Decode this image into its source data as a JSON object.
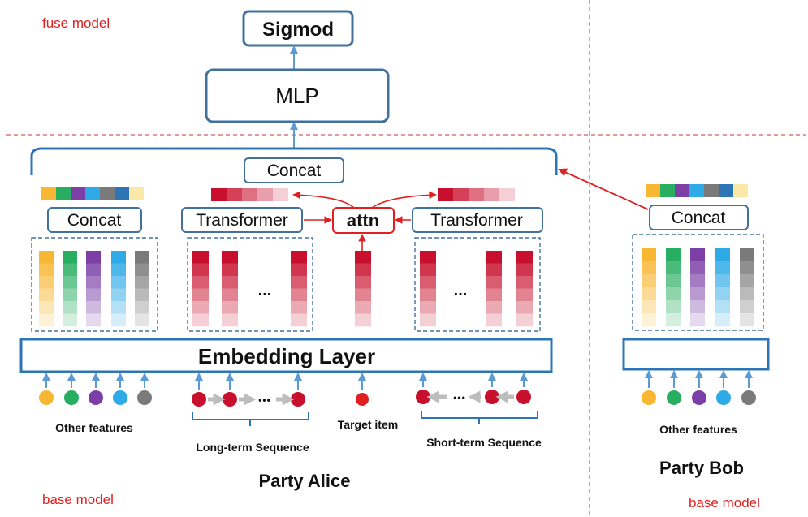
{
  "labels": {
    "fuse_model": "fuse model",
    "base_model_left": "base model",
    "base_model_right": "base model",
    "party_alice": "Party Alice",
    "party_bob": "Party Bob"
  },
  "boxes": {
    "sigmoid": "Sigmod",
    "mlp": "MLP",
    "concat_top": "Concat",
    "concat_left": "Concat",
    "transformer_left": "Transformer",
    "attn": "attn",
    "transformer_right": "Transformer",
    "concat_bob": "Concat",
    "embedding": "Embedding Layer",
    "ellipsis_left": "...",
    "ellipsis_right": "...",
    "seq_dots_long": "•••",
    "seq_dots_short": "•••"
  },
  "captions": {
    "other_features_left": "Other features",
    "long_term": "Long-term Sequence",
    "target_item": "Target item",
    "short_term": "Short-term Sequence",
    "other_features_right": "Other features"
  },
  "colors": {
    "box_stroke": "#41719c",
    "arrow_blue": "#5b9bd5",
    "red": "#e02020",
    "feature_yellow": "#f7b733",
    "feature_green": "#27ae60",
    "feature_purple": "#7b3fa6",
    "feature_cyan": "#2eaae6",
    "feature_gray": "#7a7a7a",
    "feature_blue": "#2e75b6",
    "feature_cream": "#fce8a6",
    "seq_red": "#c8102e"
  }
}
